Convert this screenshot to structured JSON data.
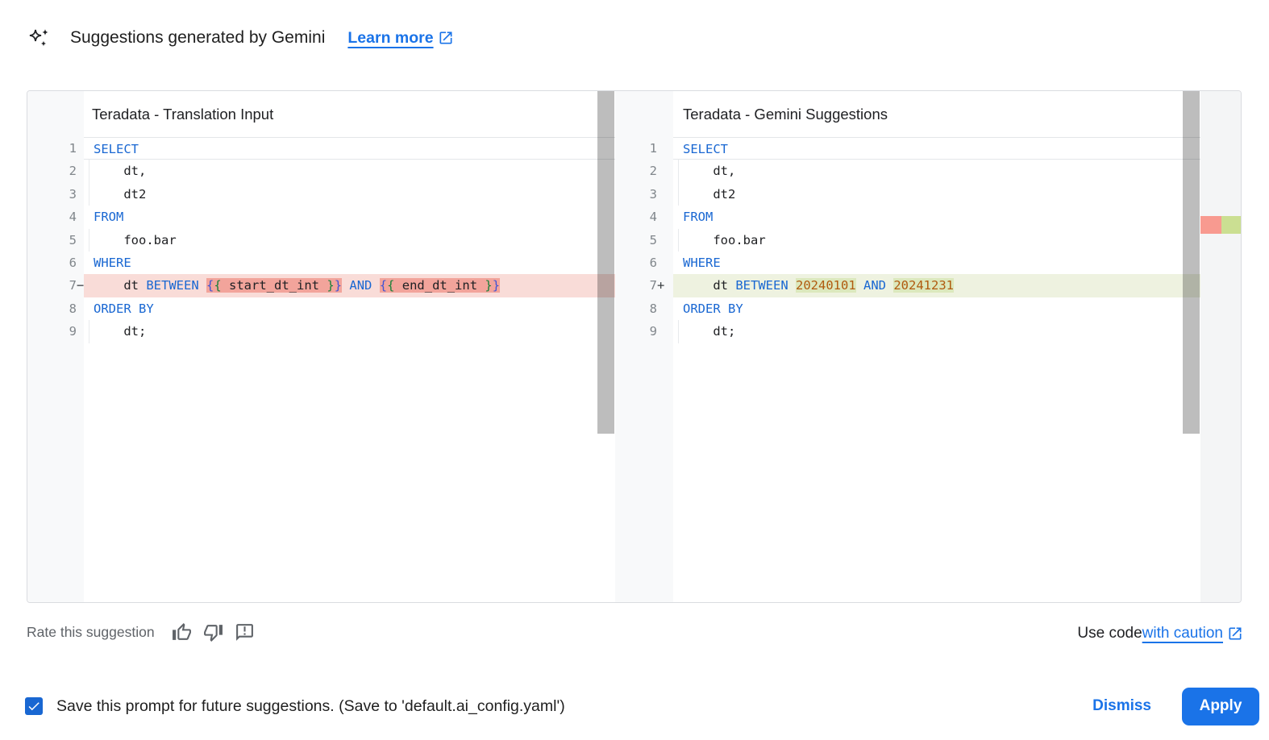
{
  "header": {
    "icon": "gemini-sparkle-icon",
    "title": "Suggestions generated by Gemini",
    "learn_more_label": "Learn more"
  },
  "diff": {
    "left": {
      "title": "Teradata - Translation Input",
      "lines": [
        {
          "n": "1",
          "m": "",
          "cls": "active",
          "tokens": [
            {
              "c": "kw",
              "s": "SELECT"
            }
          ]
        },
        {
          "n": "2",
          "m": "",
          "cls": "g",
          "tokens": [
            {
              "c": "",
              "s": "    dt,"
            }
          ]
        },
        {
          "n": "3",
          "m": "",
          "cls": "g",
          "tokens": [
            {
              "c": "",
              "s": "    dt2"
            }
          ]
        },
        {
          "n": "4",
          "m": "",
          "cls": "",
          "tokens": [
            {
              "c": "kw",
              "s": "FROM"
            }
          ]
        },
        {
          "n": "5",
          "m": "",
          "cls": "g",
          "tokens": [
            {
              "c": "",
              "s": "    foo.bar"
            }
          ]
        },
        {
          "n": "6",
          "m": "",
          "cls": "",
          "tokens": [
            {
              "c": "kw",
              "s": "WHERE"
            }
          ]
        },
        {
          "n": "7",
          "m": "−",
          "cls": "removed",
          "tokens": [
            {
              "c": "",
              "s": "    dt "
            },
            {
              "c": "kw",
              "s": "BETWEEN"
            },
            {
              "c": "",
              "s": " "
            },
            {
              "c": "brb hl",
              "s": "{"
            },
            {
              "c": "brg hl",
              "s": "{"
            },
            {
              "c": "hl",
              "s": " start_dt_int "
            },
            {
              "c": "brg hl",
              "s": "}"
            },
            {
              "c": "brb hl",
              "s": "}"
            },
            {
              "c": "",
              "s": " "
            },
            {
              "c": "kw",
              "s": "AND"
            },
            {
              "c": "",
              "s": " "
            },
            {
              "c": "brb hl",
              "s": "{"
            },
            {
              "c": "brg hl",
              "s": "{"
            },
            {
              "c": "hl",
              "s": " end_dt_int "
            },
            {
              "c": "brg hl",
              "s": "}"
            },
            {
              "c": "brb hl",
              "s": "}"
            }
          ]
        },
        {
          "n": "8",
          "m": "",
          "cls": "",
          "tokens": [
            {
              "c": "kw",
              "s": "ORDER BY"
            }
          ]
        },
        {
          "n": "9",
          "m": "",
          "cls": "g",
          "tokens": [
            {
              "c": "",
              "s": "    dt;"
            }
          ]
        }
      ]
    },
    "right": {
      "title": "Teradata - Gemini Suggestions",
      "lines": [
        {
          "n": "1",
          "m": "",
          "cls": "active",
          "tokens": [
            {
              "c": "kw",
              "s": "SELECT"
            }
          ]
        },
        {
          "n": "2",
          "m": "",
          "cls": "g",
          "tokens": [
            {
              "c": "",
              "s": "    dt,"
            }
          ]
        },
        {
          "n": "3",
          "m": "",
          "cls": "g",
          "tokens": [
            {
              "c": "",
              "s": "    dt2"
            }
          ]
        },
        {
          "n": "4",
          "m": "",
          "cls": "",
          "tokens": [
            {
              "c": "kw",
              "s": "FROM"
            }
          ]
        },
        {
          "n": "5",
          "m": "",
          "cls": "g",
          "tokens": [
            {
              "c": "",
              "s": "    foo.bar"
            }
          ]
        },
        {
          "n": "6",
          "m": "",
          "cls": "",
          "tokens": [
            {
              "c": "kw",
              "s": "WHERE"
            }
          ]
        },
        {
          "n": "7",
          "m": "+",
          "cls": "added",
          "tokens": [
            {
              "c": "",
              "s": "    dt "
            },
            {
              "c": "kw",
              "s": "BETWEEN"
            },
            {
              "c": "",
              "s": " "
            },
            {
              "c": "num hl",
              "s": "20240101"
            },
            {
              "c": "",
              "s": " "
            },
            {
              "c": "kw",
              "s": "AND"
            },
            {
              "c": "",
              "s": " "
            },
            {
              "c": "num hl",
              "s": "20241231"
            }
          ]
        },
        {
          "n": "8",
          "m": "",
          "cls": "",
          "tokens": [
            {
              "c": "kw",
              "s": "ORDER BY"
            }
          ]
        },
        {
          "n": "9",
          "m": "",
          "cls": "g",
          "tokens": [
            {
              "c": "",
              "s": "    dt;"
            }
          ]
        }
      ]
    }
  },
  "rate": {
    "label": "Rate this suggestion"
  },
  "caution": {
    "prefix": "Use code ",
    "link_label": "with caution"
  },
  "footer": {
    "checkbox_checked": true,
    "save_label": "Save this prompt for future suggestions. (Save to 'default.ai_config.yaml')",
    "dismiss_label": "Dismiss",
    "apply_label": "Apply"
  },
  "colors": {
    "accent_blue": "#1a73e8",
    "apply_button": "#1a73e8",
    "checkbox_blue": "#1967d2",
    "code_keyword": "#1967d2",
    "code_number": "#b05a0e",
    "code_brace_outer": "#4053d6",
    "code_brace_inner": "#188038",
    "diff_removed_line": "#f9dcd8",
    "diff_removed_token": "#f2a49b",
    "diff_added_line": "#eef2e0",
    "diff_added_token": "#dce8bd",
    "overview_removed": "#f89a90",
    "overview_added": "#cbdf92",
    "gutter_bg": "#f8f9fa",
    "line_number": "#80868b"
  }
}
